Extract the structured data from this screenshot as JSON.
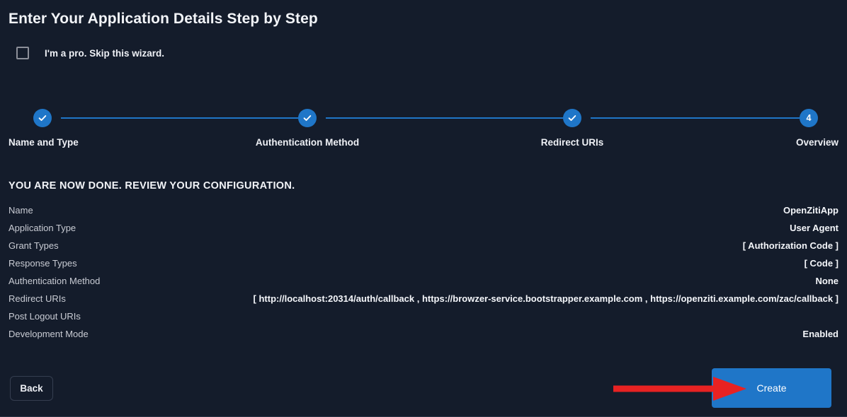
{
  "wizard": {
    "title": "Enter Your Application Details Step by Step",
    "skip_checkbox_label": "I'm a pro. Skip this wizard.",
    "skip_checked": false
  },
  "stepper": {
    "current_step": 4,
    "steps": [
      {
        "label": "Name and Type",
        "state": "complete",
        "marker": "check"
      },
      {
        "label": "Authentication Method",
        "state": "complete",
        "marker": "check"
      },
      {
        "label": "Redirect URIs",
        "state": "complete",
        "marker": "check"
      },
      {
        "label": "Overview",
        "state": "active",
        "marker": "4"
      }
    ]
  },
  "review": {
    "heading": "YOU ARE NOW DONE. REVIEW YOUR CONFIGURATION.",
    "rows": [
      {
        "key": "Name",
        "value": "OpenZitiApp"
      },
      {
        "key": "Application Type",
        "value": "User Agent"
      },
      {
        "key": "Grant Types",
        "value": "[ Authorization Code ]"
      },
      {
        "key": "Response Types",
        "value": "[ Code ]"
      },
      {
        "key": "Authentication Method",
        "value": "None"
      },
      {
        "key": "Redirect URIs",
        "value": "[ http://localhost:20314/auth/callback , https://browzer-service.bootstrapper.example.com , https://openziti.example.com/zac/callback ]"
      },
      {
        "key": "Post Logout URIs",
        "value": ""
      },
      {
        "key": "Development Mode",
        "value": "Enabled"
      }
    ]
  },
  "footer": {
    "back_label": "Back",
    "create_label": "Create"
  },
  "annotation": {
    "arrow_color": "#e82222",
    "arrow_target": "Create"
  },
  "colors": {
    "background": "#141c2b",
    "accent_blue": "#1f76c8",
    "text_primary": "#f2f4f8",
    "text_muted": "#c9ccd4",
    "annotation_red": "#e82222"
  }
}
